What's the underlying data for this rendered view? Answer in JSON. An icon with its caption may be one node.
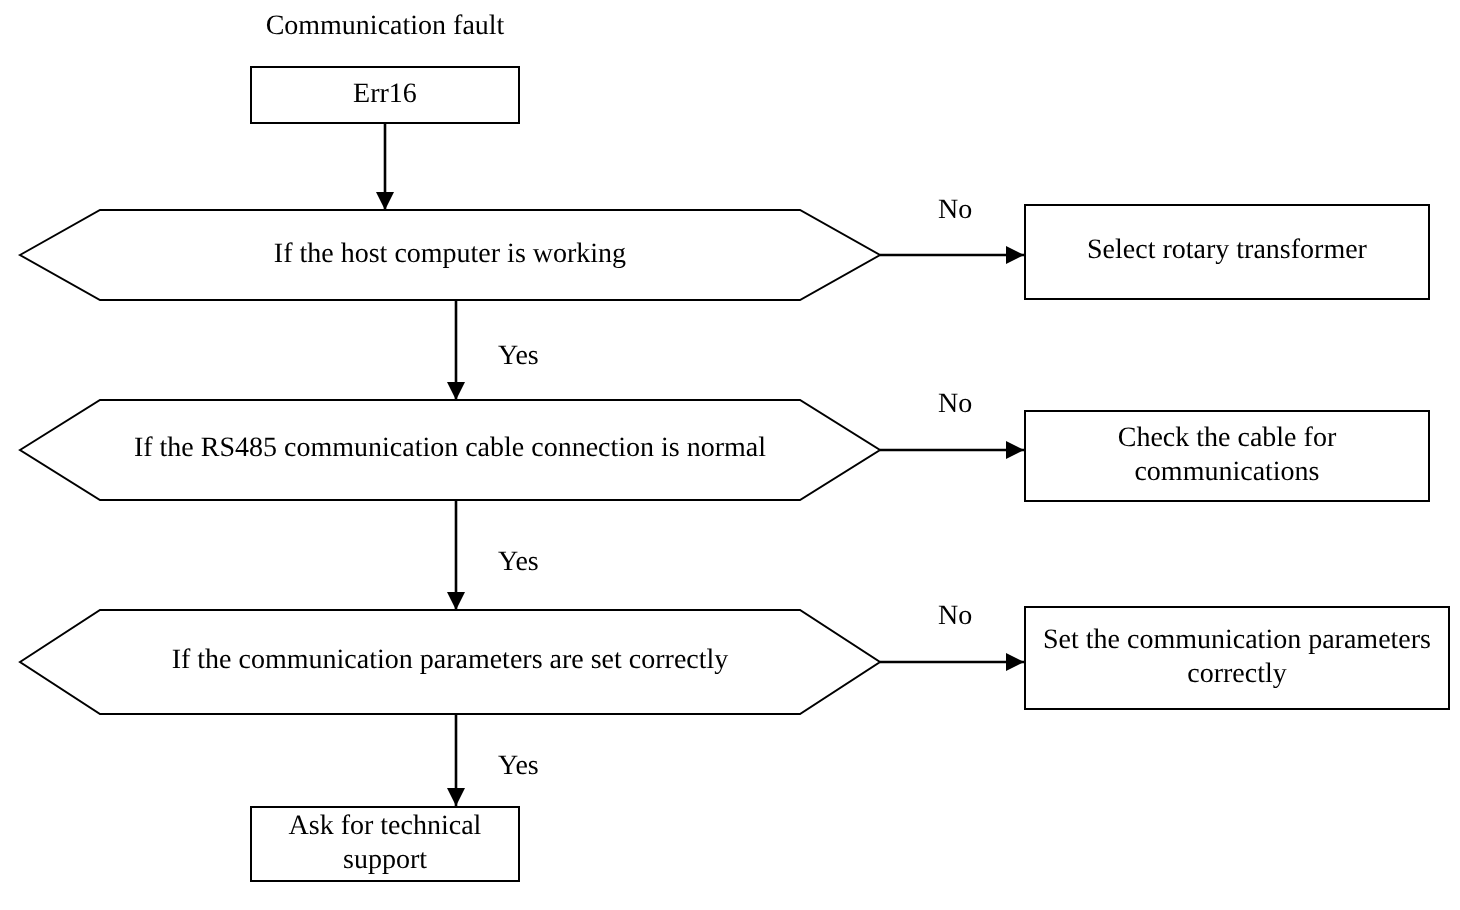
{
  "diagram": {
    "title": "Communication fault",
    "nodes": [
      {
        "text": [
          "Err16"
        ]
      },
      {
        "text": [
          "If the host computer is working"
        ]
      },
      {
        "text": [
          "Select rotary transformer"
        ]
      },
      {
        "text": [
          "If the RS485 communication cable connection is normal"
        ]
      },
      {
        "text": [
          "Check the cable for communications"
        ]
      },
      {
        "text": [
          "If the communication parameters are set correctly"
        ]
      },
      {
        "text": [
          "Set the communication parameters correctly"
        ]
      },
      {
        "text": [
          "Ask for technical support"
        ]
      }
    ],
    "edges": [
      {
        "from": 0,
        "to": 1,
        "arrow": "to"
      },
      {
        "from": 1,
        "to": 2,
        "arrow": "to",
        "label": "No"
      },
      {
        "from": 1,
        "to": 3,
        "arrow": "to",
        "label": "Yes"
      },
      {
        "from": 3,
        "to": 4,
        "arrow": "to",
        "label": "No"
      },
      {
        "from": 3,
        "to": 5,
        "arrow": "to",
        "label": "Yes"
      },
      {
        "from": 5,
        "to": 6,
        "arrow": "to",
        "label": "No"
      },
      {
        "from": 5,
        "to": 7,
        "arrow": "to",
        "label": "Yes"
      }
    ]
  }
}
